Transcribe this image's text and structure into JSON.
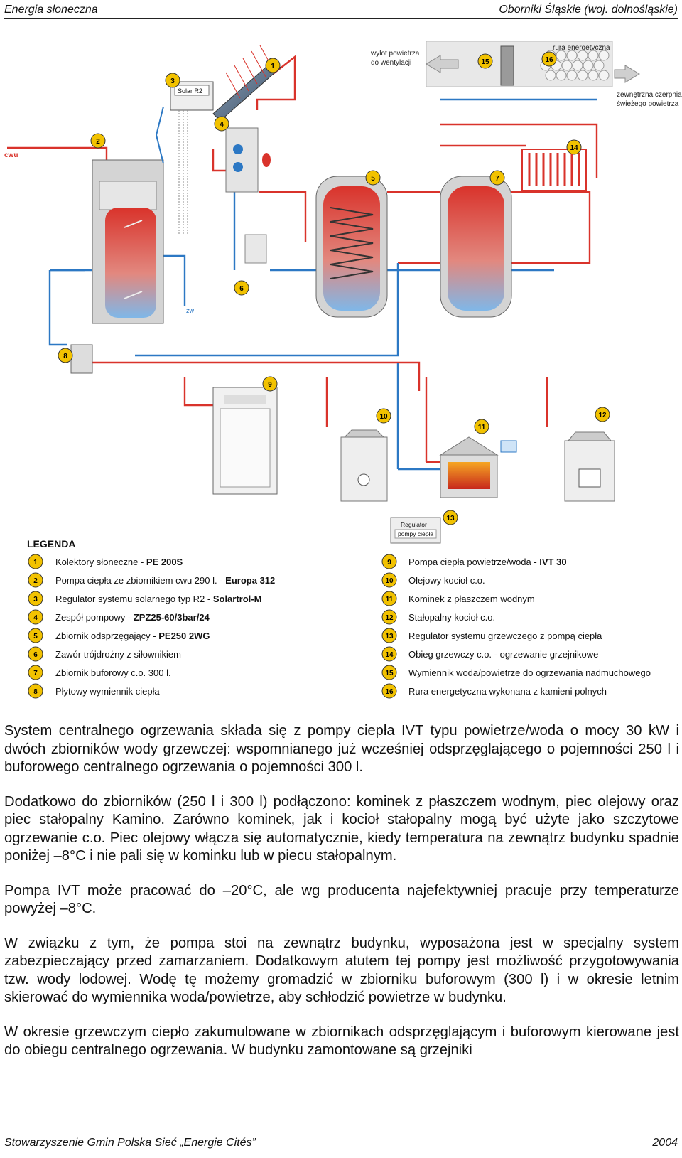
{
  "header": {
    "left": "Energia słoneczna",
    "right": "Oborniki Śląskie (woj. dolnośląskie)"
  },
  "diagram": {
    "labels": {
      "cwu": "cwu",
      "zw": "zw",
      "solar_controller": "Solar R2",
      "exhaust_air_line1": "wylot powietrza",
      "exhaust_air_line2": "do wentylacji",
      "energy_pipe": "rura energetyczna",
      "intake_line1": "zewnętrzna czerpnia",
      "intake_line2": "świeżego powietrza",
      "heat_pump_regulator_line1": "Regulator",
      "heat_pump_regulator_line2": "pompy ciepła"
    },
    "markers": [
      "1",
      "2",
      "3",
      "4",
      "5",
      "6",
      "7",
      "8",
      "9",
      "10",
      "11",
      "12",
      "13",
      "14",
      "15",
      "16"
    ],
    "colors": {
      "hot": "#d9332b",
      "cold": "#2c78c4",
      "marker_fill": "#f2c200",
      "tank_grey": "#c8c8c8"
    }
  },
  "legend": {
    "title": "LEGENDA",
    "left": [
      {
        "num": "1",
        "text": "Kolektory słoneczne - ",
        "bold": "PE 200S"
      },
      {
        "num": "2",
        "text": "Pompa ciepła ze zbiornikiem cwu 290 l. - ",
        "bold": "Europa 312"
      },
      {
        "num": "3",
        "text": "Regulator systemu solarnego typ R2 - ",
        "bold": "Solartrol-M"
      },
      {
        "num": "4",
        "text": "Zespół pompowy - ",
        "bold": "ZPZ25-60/3bar/24"
      },
      {
        "num": "5",
        "text": "Zbiornik odsprzęgający - ",
        "bold": "PE250 2WG"
      },
      {
        "num": "6",
        "text": "Zawór trójdrożny z siłownikiem",
        "bold": ""
      },
      {
        "num": "7",
        "text": "Zbiornik buforowy c.o. 300 l.",
        "bold": ""
      },
      {
        "num": "8",
        "text": "Płytowy wymiennik ciepła",
        "bold": ""
      }
    ],
    "right": [
      {
        "num": "9",
        "text": "Pompa ciepła powietrze/woda - ",
        "bold": "IVT 30"
      },
      {
        "num": "10",
        "text": "Olejowy kocioł c.o.",
        "bold": ""
      },
      {
        "num": "11",
        "text": "Kominek z płaszczem wodnym",
        "bold": ""
      },
      {
        "num": "12",
        "text": "Stałopalny kocioł c.o.",
        "bold": ""
      },
      {
        "num": "13",
        "text": "Regulator systemu grzewczego z pompą ciepła",
        "bold": ""
      },
      {
        "num": "14",
        "text": "Obieg grzewczy c.o. - ogrzewanie grzejnikowe",
        "bold": ""
      },
      {
        "num": "15",
        "text": "Wymiennik woda/powietrze do ogrzewania nadmuchowego",
        "bold": ""
      },
      {
        "num": "16",
        "text": "Rura energetyczna wykonana z kamieni polnych",
        "bold": ""
      }
    ]
  },
  "paragraphs": [
    "System centralnego ogrzewania składa się z pompy ciepła IVT typu powietrze/woda o mocy 30 kW i dwóch zbiorników wody grzewczej: wspomnianego już wcześniej odsprzęglającego o pojemności 250 l i buforowego centralnego ogrzewania o pojemności 300 l.",
    "Dodatkowo do zbiorników (250 l i 300 l) podłączono: kominek z płaszczem wodnym, piec olejowy oraz piec stałopalny Kamino. Zarówno kominek, jak i kocioł stałopalny mogą być użyte jako szczytowe ogrzewanie c.o. Piec olejowy włącza się automatycznie, kiedy temperatura na zewnątrz budynku spadnie poniżej –8°C i nie pali się w kominku lub w piecu stałopalnym.",
    "Pompa IVT może pracować do –20°C, ale wg producenta najefektywniej pracuje przy temperaturze powyżej –8°C.",
    "W związku z tym, że pompa stoi na zewnątrz budynku, wyposażona jest w specjalny system zabezpieczający przed zamarzaniem. Dodatkowym atutem tej pompy jest możliwość przygotowywania tzw. wody lodowej. Wodę tę możemy gromadzić w zbiorniku buforowym (300 l) i w okresie letnim skierować do wymiennika woda/powietrze, aby schłodzić powietrze w budynku.",
    "W okresie grzewczym ciepło zakumulowane w zbiornikach odsprzęglającym i buforowym kierowane jest do obiegu centralnego ogrzewania. W budynku zamontowane są grzejniki"
  ],
  "footer": {
    "left": "Stowarzyszenie Gmin Polska Sieć „Energie Cités”",
    "right": "2004"
  }
}
